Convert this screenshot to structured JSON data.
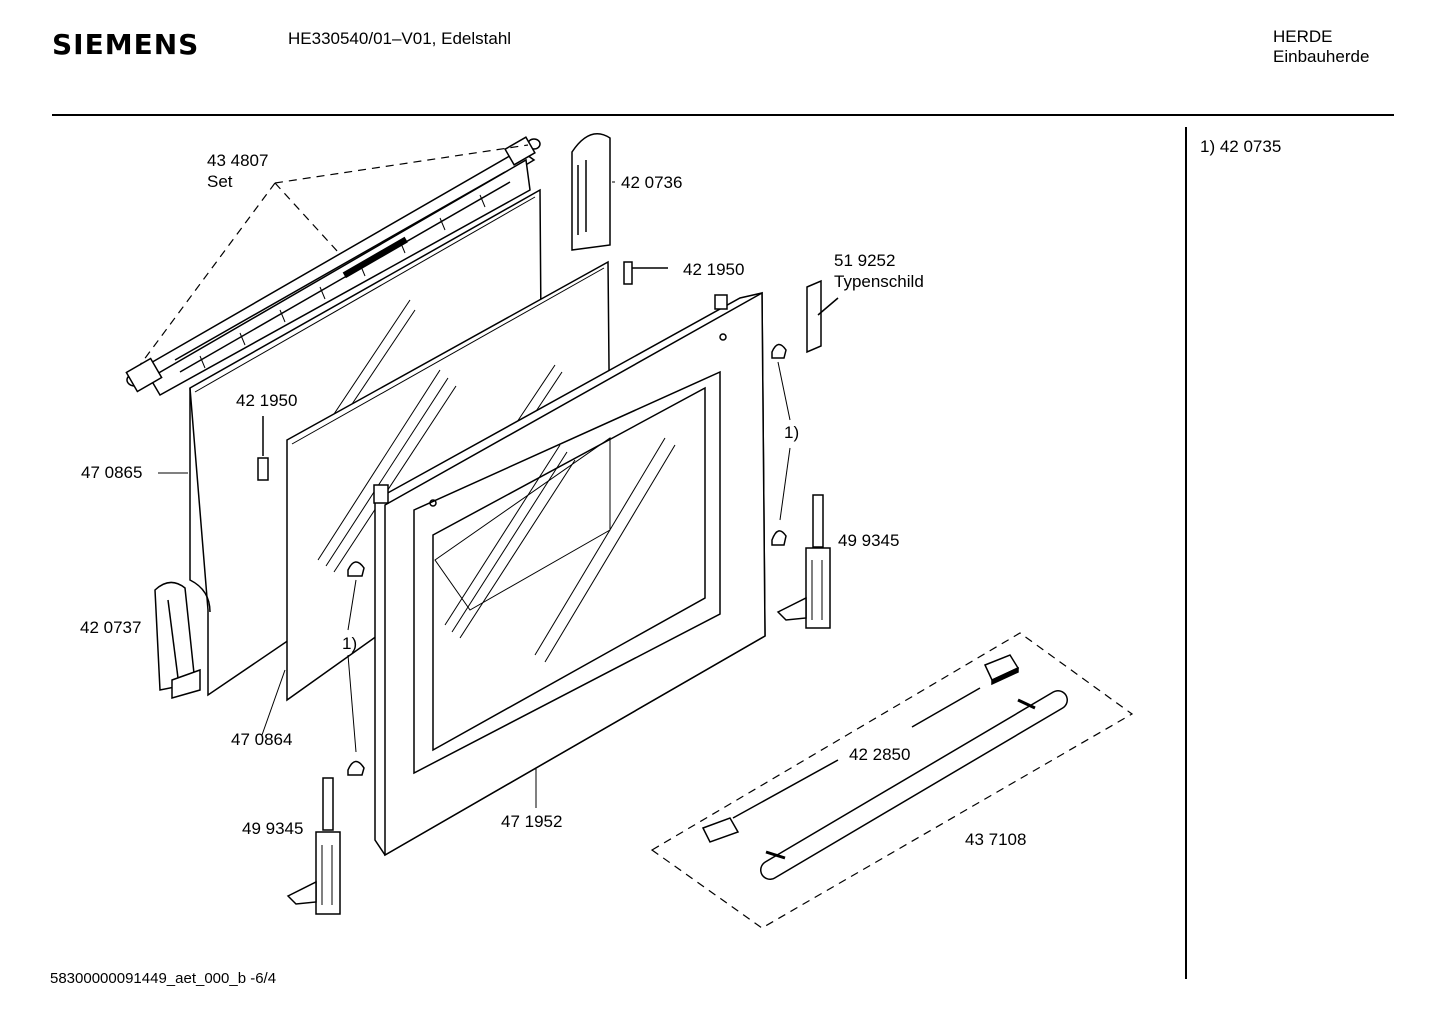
{
  "header": {
    "brand": "SIEMENS",
    "model": "HE330540/01–V01, Edelstahl",
    "category": "HERDE",
    "subcategory": "Einbauherde"
  },
  "footnote": "1) 42 0735",
  "footer": "58300000091449_aet_000_b  -6/4",
  "labels": {
    "set_number": "43 4807",
    "set_word": "Set",
    "part_420736": "42 0736",
    "part_421950_top": "42 1950",
    "part_519252": "51 9252",
    "typenschild": "Typenschild",
    "part_421950_mid": "42 1950",
    "part_470865": "47 0865",
    "part_420737": "42 0737",
    "part_470864": "47 0864",
    "part_499345_left": "49 9345",
    "part_499345_right": "49 9345",
    "part_471952": "47 1952",
    "part_422850": "42 2850",
    "part_437108": "43 7108",
    "ref_1_right": "1)",
    "ref_1_left": "1)"
  }
}
